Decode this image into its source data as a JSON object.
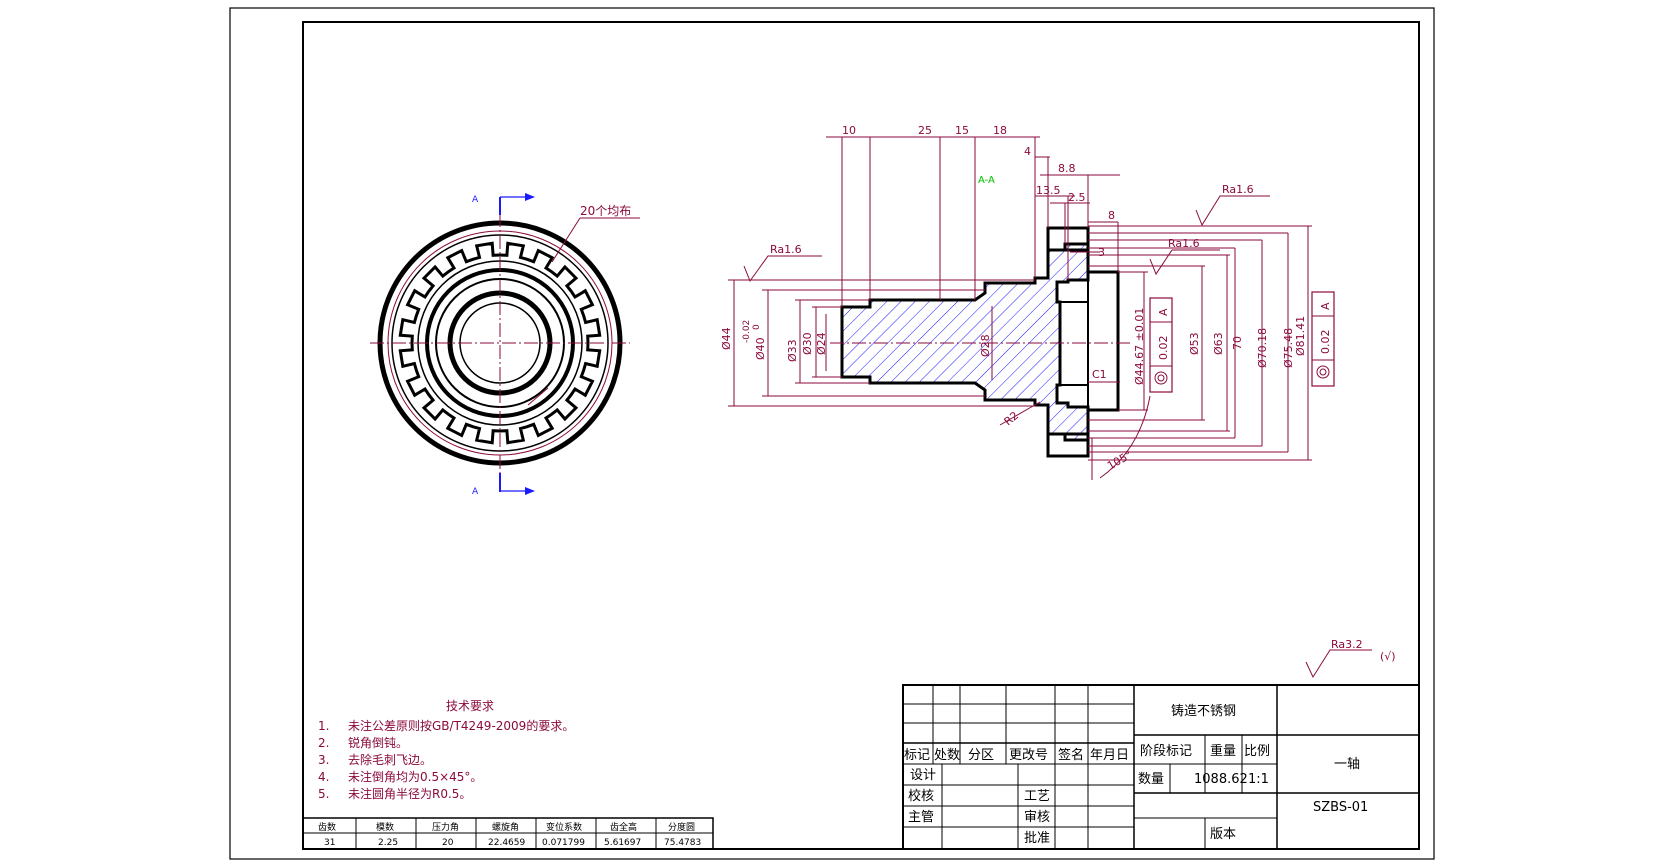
{
  "colors": {
    "dimension": "#8b0a3c",
    "outline": "#000000",
    "hatch": "#1a1aff",
    "axis_label": "#1a1aff",
    "section_label": "#00c000"
  },
  "left_view": {
    "label_top": "A",
    "label_bottom": "A",
    "teeth_note": "20个均布"
  },
  "section": {
    "label": "A-A",
    "dims_top": [
      "10",
      "25",
      "15",
      "18"
    ],
    "dims_small": [
      "4",
      "8.8",
      "13.5",
      "2.5",
      "8",
      "3"
    ],
    "dims_dia_left": [
      "Ø44",
      "-0.02",
      "0",
      "Ø40",
      "Ø33",
      "Ø30",
      "Ø24",
      "Ø28"
    ],
    "dims_dia_right": [
      "Ø44.67 ±0.01",
      "Ø53",
      "Ø63",
      "70",
      "Ø70.18",
      "Ø75.48",
      "Ø81.41"
    ],
    "tol1": [
      "0.02",
      "A"
    ],
    "tol2": [
      "0.02",
      "A"
    ],
    "roughness": [
      "Ra1.6",
      "Ra1.6",
      "Ra1.6"
    ],
    "c1": "C1",
    "r2": "R2",
    "angle": "105°"
  },
  "global_roughness": {
    "value": "Ra3.2",
    "suffix": "(√)"
  },
  "tech_req": {
    "title": "技术要求",
    "items": [
      {
        "num": "1.",
        "text": "未注公差原则按GB/T4249-2009的要求。"
      },
      {
        "num": "2.",
        "text": "锐角倒钝。"
      },
      {
        "num": "3.",
        "text": "去除毛刺飞边。"
      },
      {
        "num": "4.",
        "text": "未注倒角均为0.5×45°。"
      },
      {
        "num": "5.",
        "text": "未注圆角半径为R0.5。"
      }
    ]
  },
  "gear_table": {
    "headers": [
      "齿数",
      "模数",
      "压力角",
      "螺旋角",
      "变位系数",
      "齿全高",
      "分度圆"
    ],
    "values": [
      "31",
      "2.25",
      "20",
      "22.4659",
      "0.071799",
      "5.61697",
      "75.4783"
    ]
  },
  "title_block": {
    "material": "铸造不锈钢",
    "header_row": [
      "标记",
      "处数",
      "分区",
      "更改号",
      "签名",
      "年月日"
    ],
    "design": "设计",
    "check": "校核",
    "supervisor": "主管",
    "process": "工艺",
    "review": "审核",
    "approve": "批准",
    "stage": "阶段标记",
    "weight": "重量",
    "scale": "比例",
    "quantity": "数量",
    "weight_value": "1088.62",
    "scale_value": "1:1",
    "part_name": "一轴",
    "drawing_no": "SZBS-01",
    "version": "版本"
  }
}
